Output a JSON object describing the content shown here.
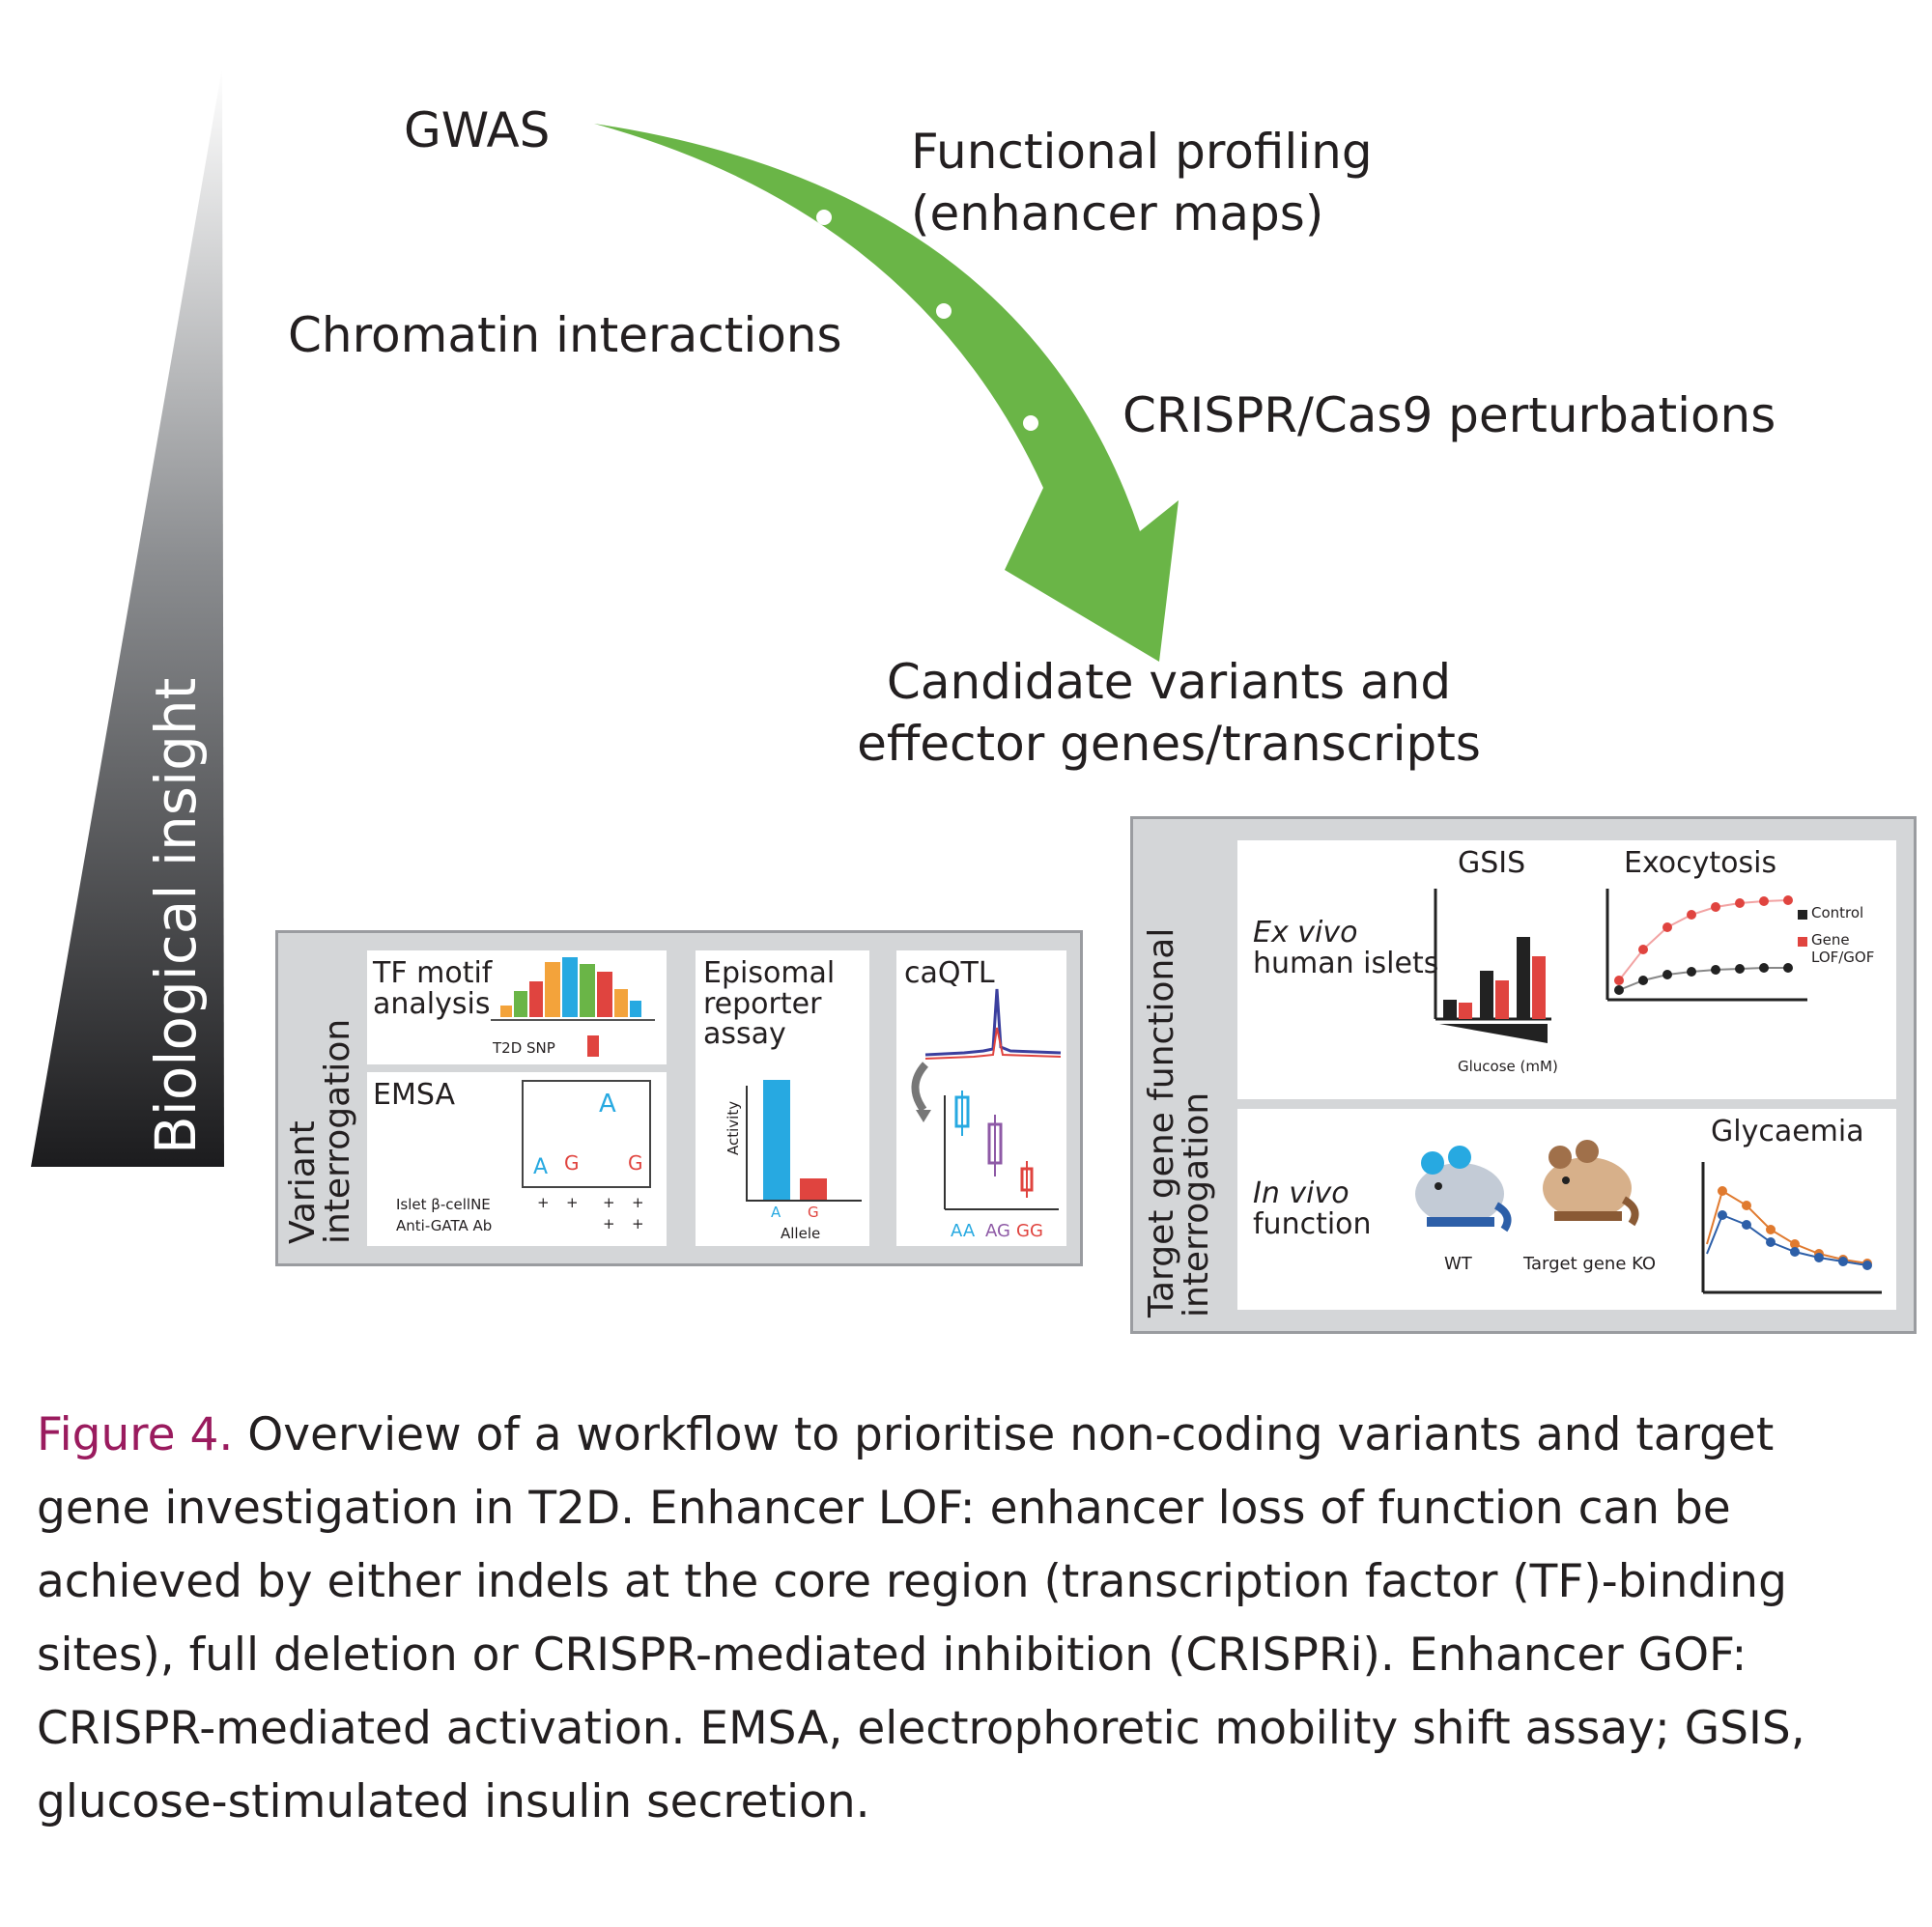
{
  "insight_label": "Biological insight",
  "flow": {
    "gwas": "GWAS",
    "functional": [
      "Functional profiling",
      "(enhancer maps)"
    ],
    "chromatin": "Chromatin interactions",
    "crispr": "CRISPR/Cas9 perturbations",
    "candidate": [
      "Candidate variants and",
      "effector genes/transcripts"
    ]
  },
  "variant_panel": {
    "title": [
      "Variant",
      "interrogation"
    ],
    "tf_motif": {
      "label": [
        "TF motif",
        "analysis"
      ],
      "snp_label": "T2D SNP"
    },
    "emsa": {
      "label": "EMSA",
      "bands": [
        "A",
        "G",
        "A",
        "G"
      ],
      "rows": [
        "Islet β-cellNE",
        "Anti-GATA Ab"
      ],
      "row1_marks": [
        "+",
        "+",
        "+",
        "+"
      ],
      "row2_marks": [
        "+",
        "+"
      ]
    },
    "episomal": {
      "label": [
        "Episomal",
        "reporter",
        "assay"
      ],
      "ylabel": "Activity",
      "xlabel": "Allele",
      "alleles": [
        "A",
        "G"
      ]
    },
    "caqtl": {
      "label": "caQTL",
      "genotypes": [
        "AA",
        "AG",
        "GG"
      ]
    }
  },
  "target_panel": {
    "title": [
      "Target gene functional",
      "interrogation"
    ],
    "ex_vivo": {
      "label": [
        "Ex vivo",
        "human islets"
      ],
      "gsis_title": "GSIS",
      "gsis_xlabel": "Glucose (mM)",
      "exocytosis_title": "Exocytosis",
      "legend": [
        "Control",
        "Gene",
        "LOF/GOF"
      ]
    },
    "in_vivo": {
      "label": [
        "In vivo",
        "function"
      ],
      "mice": [
        "WT",
        "Target gene KO"
      ],
      "glycaemia_title": "Glycaemia"
    }
  },
  "caption": {
    "figure_label": "Figure 4.",
    "text": " Overview of a workflow to prioritise non-coding variants and target gene investigation in T2D. Enhancer LOF: enhancer loss of function can be achieved by either indels at the core region (transcription factor (TF)-binding sites), full deletion or CRISPR-mediated inhibition (CRISPRi). Enhancer GOF: CRISPR-mediated activation. EMSA, electrophoretic mobility shift assay; GSIS, glucose-stimulated insulin secretion."
  },
  "colors": {
    "arrow": "#6ab547",
    "accent": "#9a1b5e",
    "blue": "#27a9e1",
    "red": "#e0443f"
  }
}
